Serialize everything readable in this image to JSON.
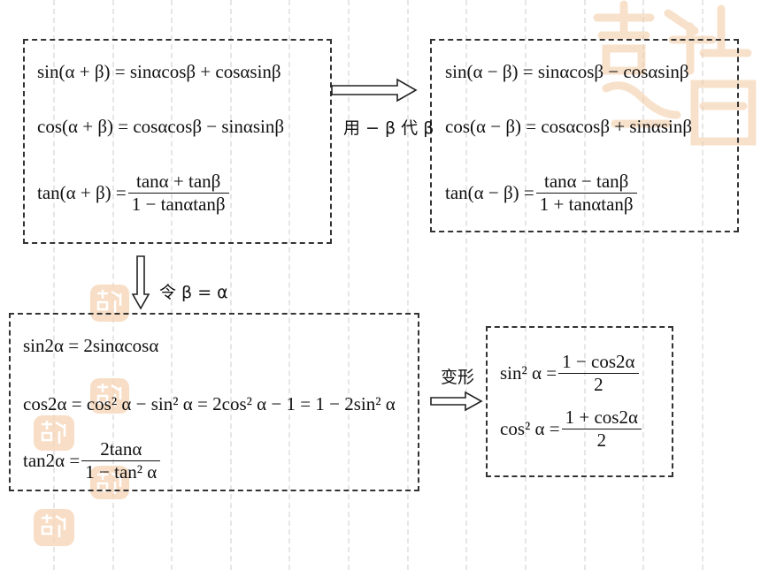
{
  "colors": {
    "border": "#333333",
    "text": "#111111",
    "watermark": "#f3c9a2",
    "guides": "#e6e6e6"
  },
  "box_sum": {
    "sin": "sin(α + β) = sinαcosβ + cosαsinβ",
    "cos": "cos(α + β) = cosαcosβ − sinαsinβ",
    "tan_lhs": "tan(α + β) =",
    "tan_num": "tanα + tanβ",
    "tan_den": "1 − tanαtanβ"
  },
  "box_diff": {
    "sin": "sin(α − β) = sinαcosβ − cosαsinβ",
    "cos": "cos(α − β) = cosαcosβ + sinαsinβ",
    "tan_lhs": "tan(α − β) =",
    "tan_num": "tanα − tanβ",
    "tan_den": "1 + tanαtanβ"
  },
  "box_double": {
    "sin": "sin2α = 2sinαcosα",
    "cos": "cos2α = cos² α − sin² α = 2cos² α − 1 = 1 − 2sin² α",
    "tan_lhs": "tan2α =",
    "tan_num": "2tanα",
    "tan_den": "1 − tan² α"
  },
  "box_power": {
    "sin_lhs": "sin² α =",
    "sin_num": "1 − cos2α",
    "sin_den": "2",
    "cos_lhs": "cos² α =",
    "cos_num": "1 + cos2α",
    "cos_den": "2"
  },
  "labels": {
    "substitute_neg_beta": "用 − β 代 β",
    "let_beta_alpha": "令 β = α",
    "transform": "变形"
  }
}
